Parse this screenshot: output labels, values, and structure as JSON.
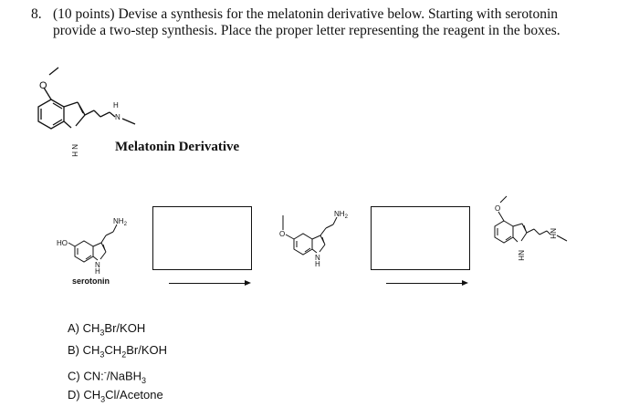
{
  "question": {
    "number": "8.",
    "line1": "(10 points) Devise a synthesis for the melatonin derivative below.  Starting with serotonin",
    "line2": "provide a two-step synthesis. Place the proper letter representing the reagent in the boxes."
  },
  "target": {
    "label": "Melatonin Derivative",
    "atoms": {
      "o": "O",
      "h": "H",
      "n": "N"
    }
  },
  "scheme": {
    "serotonin": {
      "label": "serotonin",
      "nh2": "NH",
      "nh2_sub": "2",
      "ho": "HO",
      "n": "N",
      "h": "H"
    },
    "intermediate": {
      "nh2": "NH",
      "nh2_sub": "2",
      "o": "O",
      "n": "N",
      "h": "H"
    },
    "product": {
      "o": "O",
      "n": "N",
      "h": "H"
    }
  },
  "reagents": [
    {
      "letter": "A)",
      "pre": "CH",
      "s1": "3",
      "mid": "Br/KOH",
      "s2": "",
      "post": ""
    },
    {
      "letter": "B)",
      "pre": "CH",
      "s1": "3",
      "mid": "CH",
      "s2": "2",
      "post": "Br/KOH"
    },
    {
      "letter": "C)",
      "pre": "CN:",
      "sup": "-",
      "mid": "/NaBH",
      "s2": "3",
      "post": ""
    },
    {
      "letter": "D)",
      "pre": "CH",
      "s1": "3",
      "mid": "Cl/Acetone",
      "s2": "",
      "post": ""
    }
  ]
}
